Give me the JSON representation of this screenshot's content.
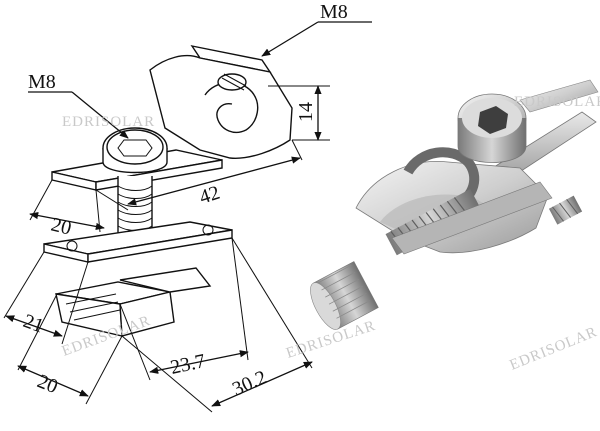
{
  "dimensions": {
    "bolt_top": "M8",
    "bolt_left": "M8",
    "height": "14",
    "length_top": "42",
    "width_upper": "20",
    "slot_width": "21",
    "width_lower": "20",
    "length_mid": "23.7",
    "length_bottom": "30.2"
  },
  "watermarks": [
    "EDRISOLAR",
    "EDRISOLAR",
    "EDRISOLAR",
    "EDRISOLAR"
  ],
  "colors": {
    "line": "#111111",
    "watermark": "#c9c9c9",
    "metal_light": "#e6e6e6",
    "metal_dark": "#8a8a8a"
  }
}
